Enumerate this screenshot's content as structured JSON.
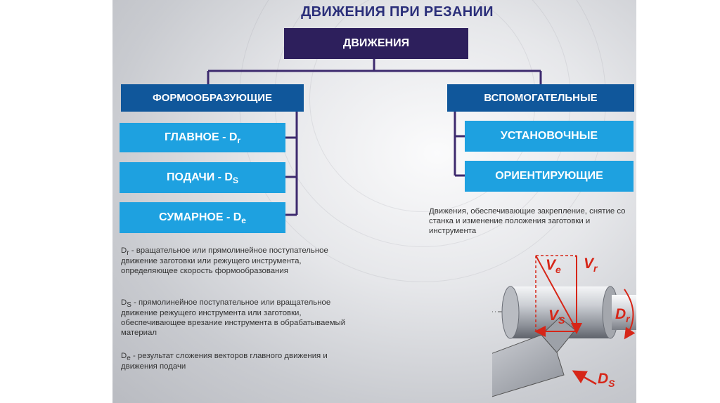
{
  "title": "ДВИЖЕНИЯ ПРИ РЕЗАНИИ",
  "root": "ДВИЖЕНИЯ",
  "left_category": {
    "label": "ФОРМООБРАЗУЮЩИЕ",
    "items": [
      {
        "label": "ГЛАВНОЕ - D",
        "sub": "r"
      },
      {
        "label": "ПОДАЧИ - D",
        "sub": "S"
      },
      {
        "label": "СУМАРНОЕ - D",
        "sub": "e"
      }
    ]
  },
  "right_category": {
    "label": "ВСПОМОГАТЕЛЬНЫЕ",
    "items": [
      {
        "label": "УСТАНОВОЧНЫЕ"
      },
      {
        "label": "ОРИЕНТИРУЮЩИЕ"
      }
    ],
    "note": "Движения, обеспечивающие закрепление, снятие со станка и изменение положения заготовки и инструмента"
  },
  "definitions": [
    {
      "symbol": "D",
      "sub": "r",
      "text": " - вращательное или прямолинейное поступательное движение заготовки или режущего инструмента, определяющее скорость формообразования"
    },
    {
      "symbol": "D",
      "sub": "S",
      "text": " - прямолинейное поступательное или вращательное движение режущего инструмента или заготовки, обеспечивающее врезание инструмента в обрабатываемый материал"
    },
    {
      "symbol": "D",
      "sub": "e",
      "text": " - результат сложения векторов главного движения и движения подачи"
    }
  ],
  "illustration_labels": {
    "ve": {
      "main": "V",
      "sub": "e"
    },
    "vr": {
      "main": "V",
      "sub": "r"
    },
    "vs": {
      "main": "V",
      "sub": "S"
    },
    "dr": {
      "main": "D",
      "sub": "r"
    },
    "ds": {
      "main": "D",
      "sub": "S"
    }
  },
  "colors": {
    "root": "#2d1f5c",
    "category": "#10579b",
    "item": "#1ea1e0",
    "title": "#2b2f7a",
    "connector": "#3d2a6e",
    "vector": "#d62618"
  }
}
